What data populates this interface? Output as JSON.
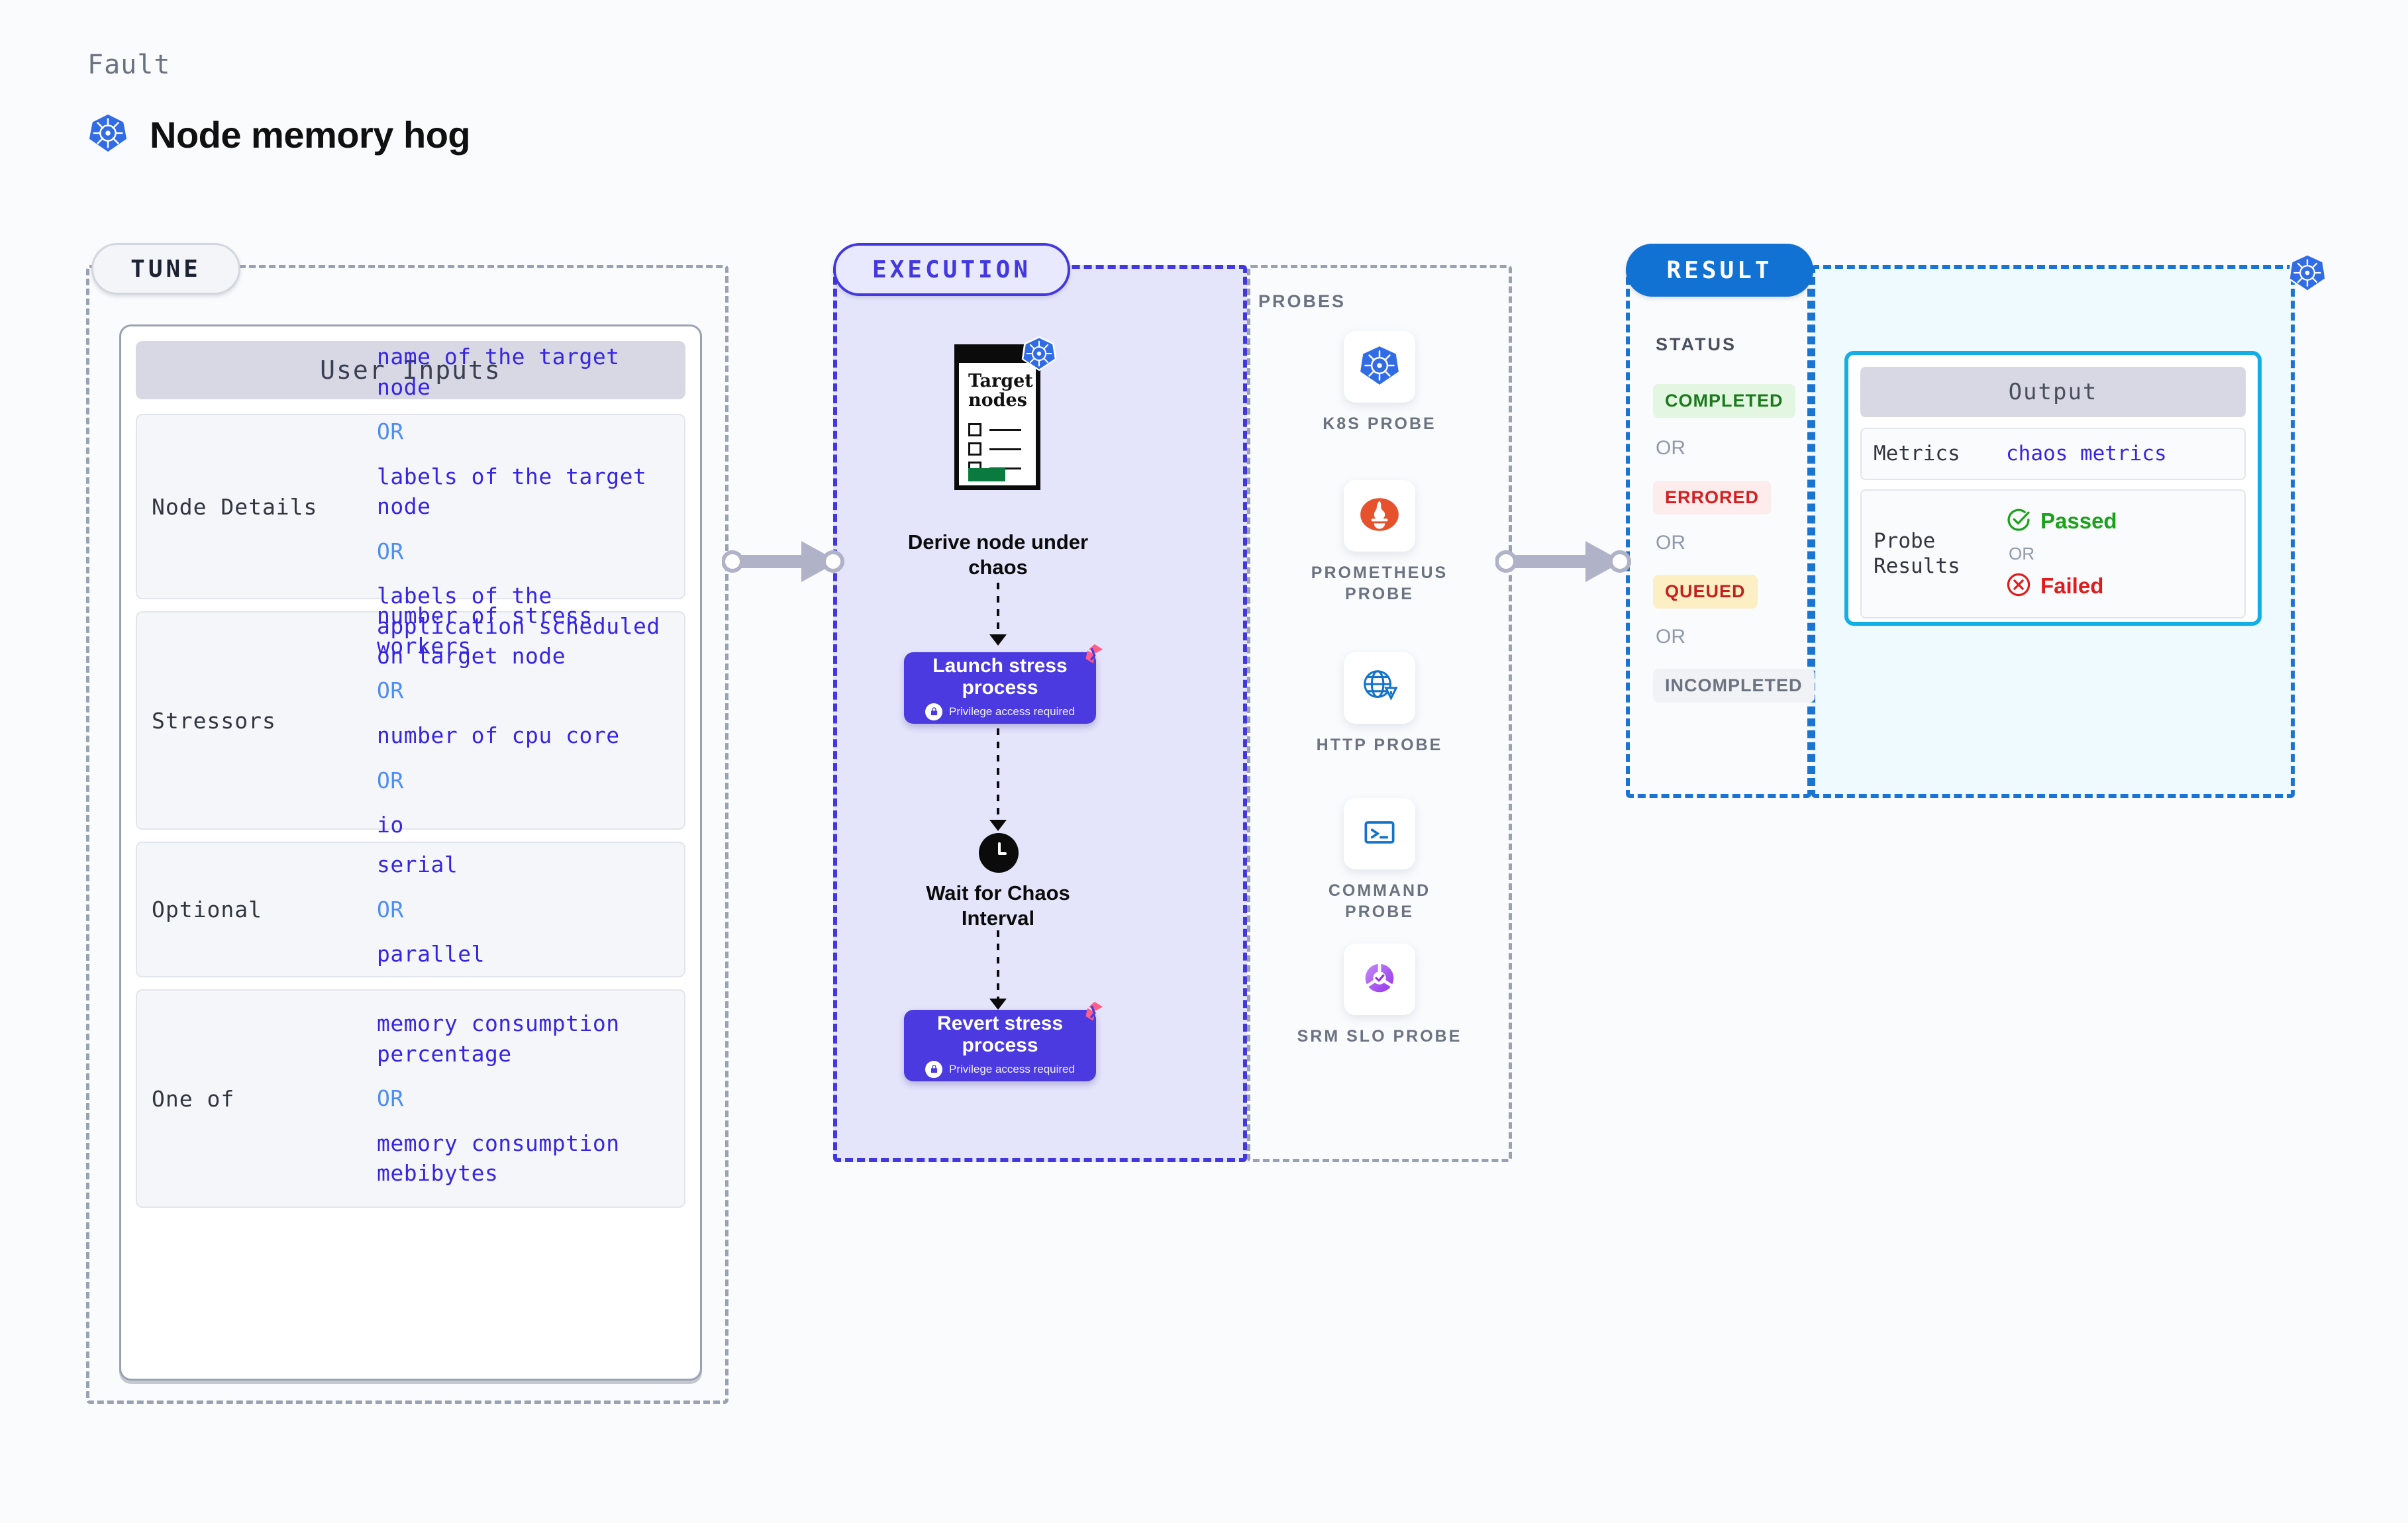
{
  "header": {
    "eyebrow": "Fault",
    "title": "Node memory hog",
    "icon": "kubernetes-icon"
  },
  "sections": {
    "tune": {
      "label": "TUNE"
    },
    "execution": {
      "label": "EXECUTION"
    },
    "probes": {
      "label": "PROBES"
    },
    "result": {
      "label": "RESULT"
    }
  },
  "user_inputs": {
    "card_title": "User Inputs",
    "rows": [
      {
        "label": "Node Details",
        "values": [
          "name of the target node",
          "labels of the target node",
          "labels of the application scheduled on target node"
        ],
        "separator": "OR"
      },
      {
        "label": "Stressors",
        "values": [
          "number of stress workers",
          "number of cpu core",
          "io"
        ],
        "separator": "OR"
      },
      {
        "label": "Optional",
        "values": [
          "serial",
          "parallel"
        ],
        "separator": "OR"
      },
      {
        "label": "One of",
        "values": [
          "memory consumption percentage",
          "memory consumption mebibytes"
        ],
        "separator": "OR"
      }
    ]
  },
  "execution": {
    "target_card": {
      "title": "Target nodes",
      "icon": "kubernetes-icon"
    },
    "steps": [
      {
        "caption": "Derive node under chaos",
        "type": "caption"
      },
      {
        "title": "Launch stress process",
        "sub": "Privilege access required",
        "icon": "lock-icon",
        "badge": "harness-icon",
        "type": "card"
      },
      {
        "caption": "Wait for Chaos Interval",
        "icon": "clock-icon",
        "type": "caption"
      },
      {
        "title": "Revert stress process",
        "sub": "Privilege access required",
        "icon": "lock-icon",
        "badge": "harness-icon",
        "type": "card"
      }
    ]
  },
  "probes": [
    {
      "label": "K8S PROBE",
      "icon": "kubernetes-icon"
    },
    {
      "label": "PROMETHEUS PROBE",
      "icon": "prometheus-icon"
    },
    {
      "label": "HTTP PROBE",
      "icon": "globe-warning-icon"
    },
    {
      "label": "COMMAND PROBE",
      "icon": "terminal-icon"
    },
    {
      "label": "SRM SLO PROBE",
      "icon": "srm-slo-icon"
    }
  ],
  "result": {
    "status_title": "STATUS",
    "separator": "OR",
    "statuses": [
      {
        "label": "COMPLETED",
        "bg": "#e2f6e2",
        "color": "#1b7a1b"
      },
      {
        "label": "ERRORED",
        "bg": "#fdecec",
        "color": "#d42020"
      },
      {
        "label": "QUEUED",
        "bg": "#fdefc4",
        "color": "#c52020"
      },
      {
        "label": "INCOMPLETED",
        "bg": "#f1f2f6",
        "color": "#6b7280"
      }
    ]
  },
  "output": {
    "card_title": "Output",
    "metrics_label": "Metrics",
    "metrics_value": "chaos metrics",
    "probe_results_label": "Probe Results",
    "passed_label": "Passed",
    "failed_label": "Failed",
    "separator": "OR",
    "corner_icon": "kubernetes-icon"
  },
  "colors": {
    "exec_accent": "#4338e0",
    "result_accent": "#1272d3",
    "output_accent": "#13aee5",
    "value_blue": "#3726e0",
    "or_blue": "#4e8df5",
    "step_card": "#4a3ae0"
  }
}
